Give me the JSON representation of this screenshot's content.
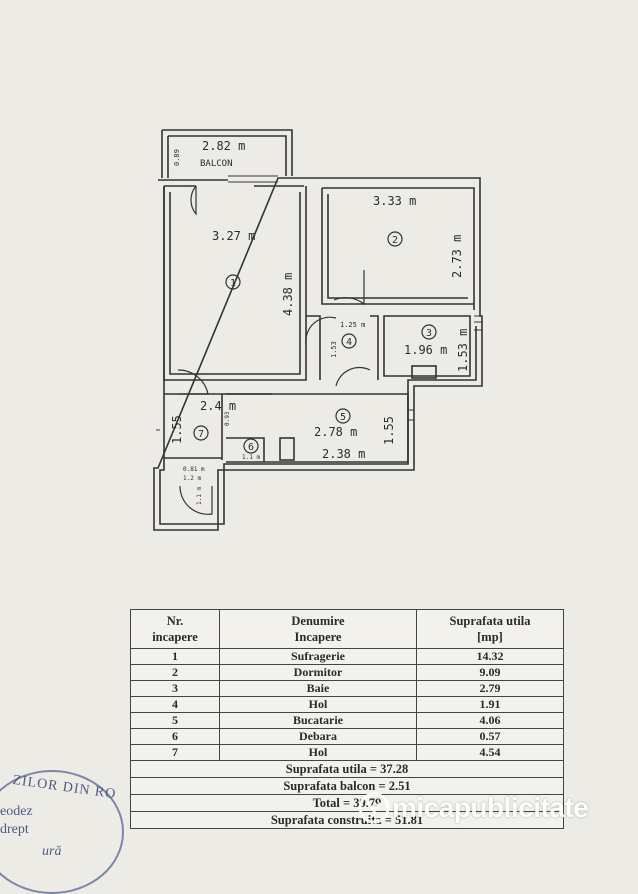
{
  "plan": {
    "balcony_label": "BALCON",
    "dimensions": {
      "balcony_width": "2.82 m",
      "balcony_depth": "0.89",
      "room1_width": "3.27 m",
      "room1_length": "4.38 m",
      "room2_width": "3.33 m",
      "room2_length": "2.73 m",
      "room4_width": "1.25 m",
      "room4_length": "1.53",
      "room3_width": "1.96 m",
      "room3_length": "1.53 m",
      "room7_width": "2.4 m",
      "room7_length": "1.55",
      "room7_small": "0.93",
      "room5_width": "2.78 m",
      "room5_length": "1.55",
      "room5_lower": "2.38 m",
      "room6_width": "1.1 m",
      "entry_a": "0.81 m",
      "entry_b": "1.2 m",
      "entry_c": "1.1 m"
    },
    "room_numbers": [
      "1",
      "2",
      "3",
      "4",
      "5",
      "6",
      "7"
    ]
  },
  "table": {
    "headers": {
      "col1": [
        "Nr.",
        "incapere"
      ],
      "col2": [
        "Denumire",
        "Incapere"
      ],
      "col3": [
        "Suprafata utila",
        "[mp]"
      ]
    },
    "rows": [
      {
        "nr": "1",
        "name": "Sufragerie",
        "area": "14.32"
      },
      {
        "nr": "2",
        "name": "Dormitor",
        "area": "9.09"
      },
      {
        "nr": "3",
        "name": "Baie",
        "area": "2.79"
      },
      {
        "nr": "4",
        "name": "Hol",
        "area": "1.91"
      },
      {
        "nr": "5",
        "name": "Bucatarie",
        "area": "4.06"
      },
      {
        "nr": "6",
        "name": "Debara",
        "area": "0.57"
      },
      {
        "nr": "7",
        "name": "Hol",
        "area": "4.54"
      }
    ],
    "totals": {
      "useful": "Suprafata utila  = 37.28",
      "balcony": "Suprafata balcon = 2.51",
      "total": "Total = 39.79",
      "built": "Suprafata construita = 51.81"
    }
  },
  "stamp": {
    "arc": "ZILOR DIN RO",
    "line1": "eodez",
    "line2": "drept",
    "line3": "ură"
  },
  "watermark": {
    "text": "micapublicitate"
  }
}
